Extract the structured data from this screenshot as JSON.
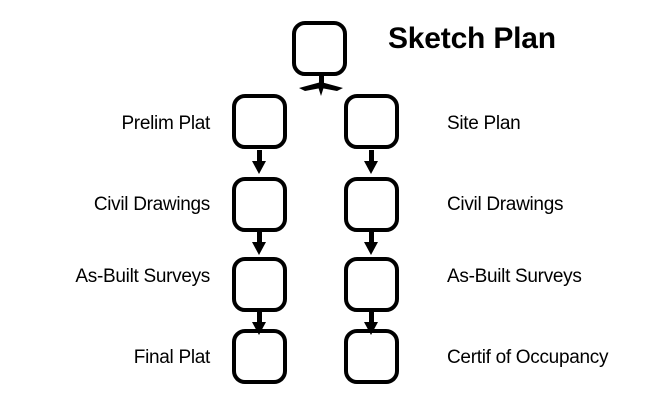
{
  "diagram": {
    "title": "Sketch Plan",
    "colors": {
      "ink": "#000000",
      "paper": "#ffffff"
    },
    "root": {
      "label": "Sketch Plan",
      "box_name": "sketch-plan-box"
    },
    "connector": {
      "type": "fork-split",
      "name": "branch-connector"
    },
    "columns": [
      {
        "name": "plat-track",
        "side": "left",
        "steps": [
          {
            "label": "Prelim Plat"
          },
          {
            "label": "Civil Drawings"
          },
          {
            "label": "As-Built Surveys"
          },
          {
            "label": "Final Plat"
          }
        ]
      },
      {
        "name": "site-track",
        "side": "right",
        "steps": [
          {
            "label": "Site Plan"
          },
          {
            "label": "Civil Drawings"
          },
          {
            "label": "As-Built Surveys"
          },
          {
            "label": "Certif of Occupancy"
          }
        ]
      }
    ],
    "arrows": [
      {
        "name": "arrow-left-1"
      },
      {
        "name": "arrow-left-2"
      },
      {
        "name": "arrow-left-3"
      },
      {
        "name": "arrow-right-1"
      },
      {
        "name": "arrow-right-2"
      },
      {
        "name": "arrow-right-3"
      }
    ]
  }
}
